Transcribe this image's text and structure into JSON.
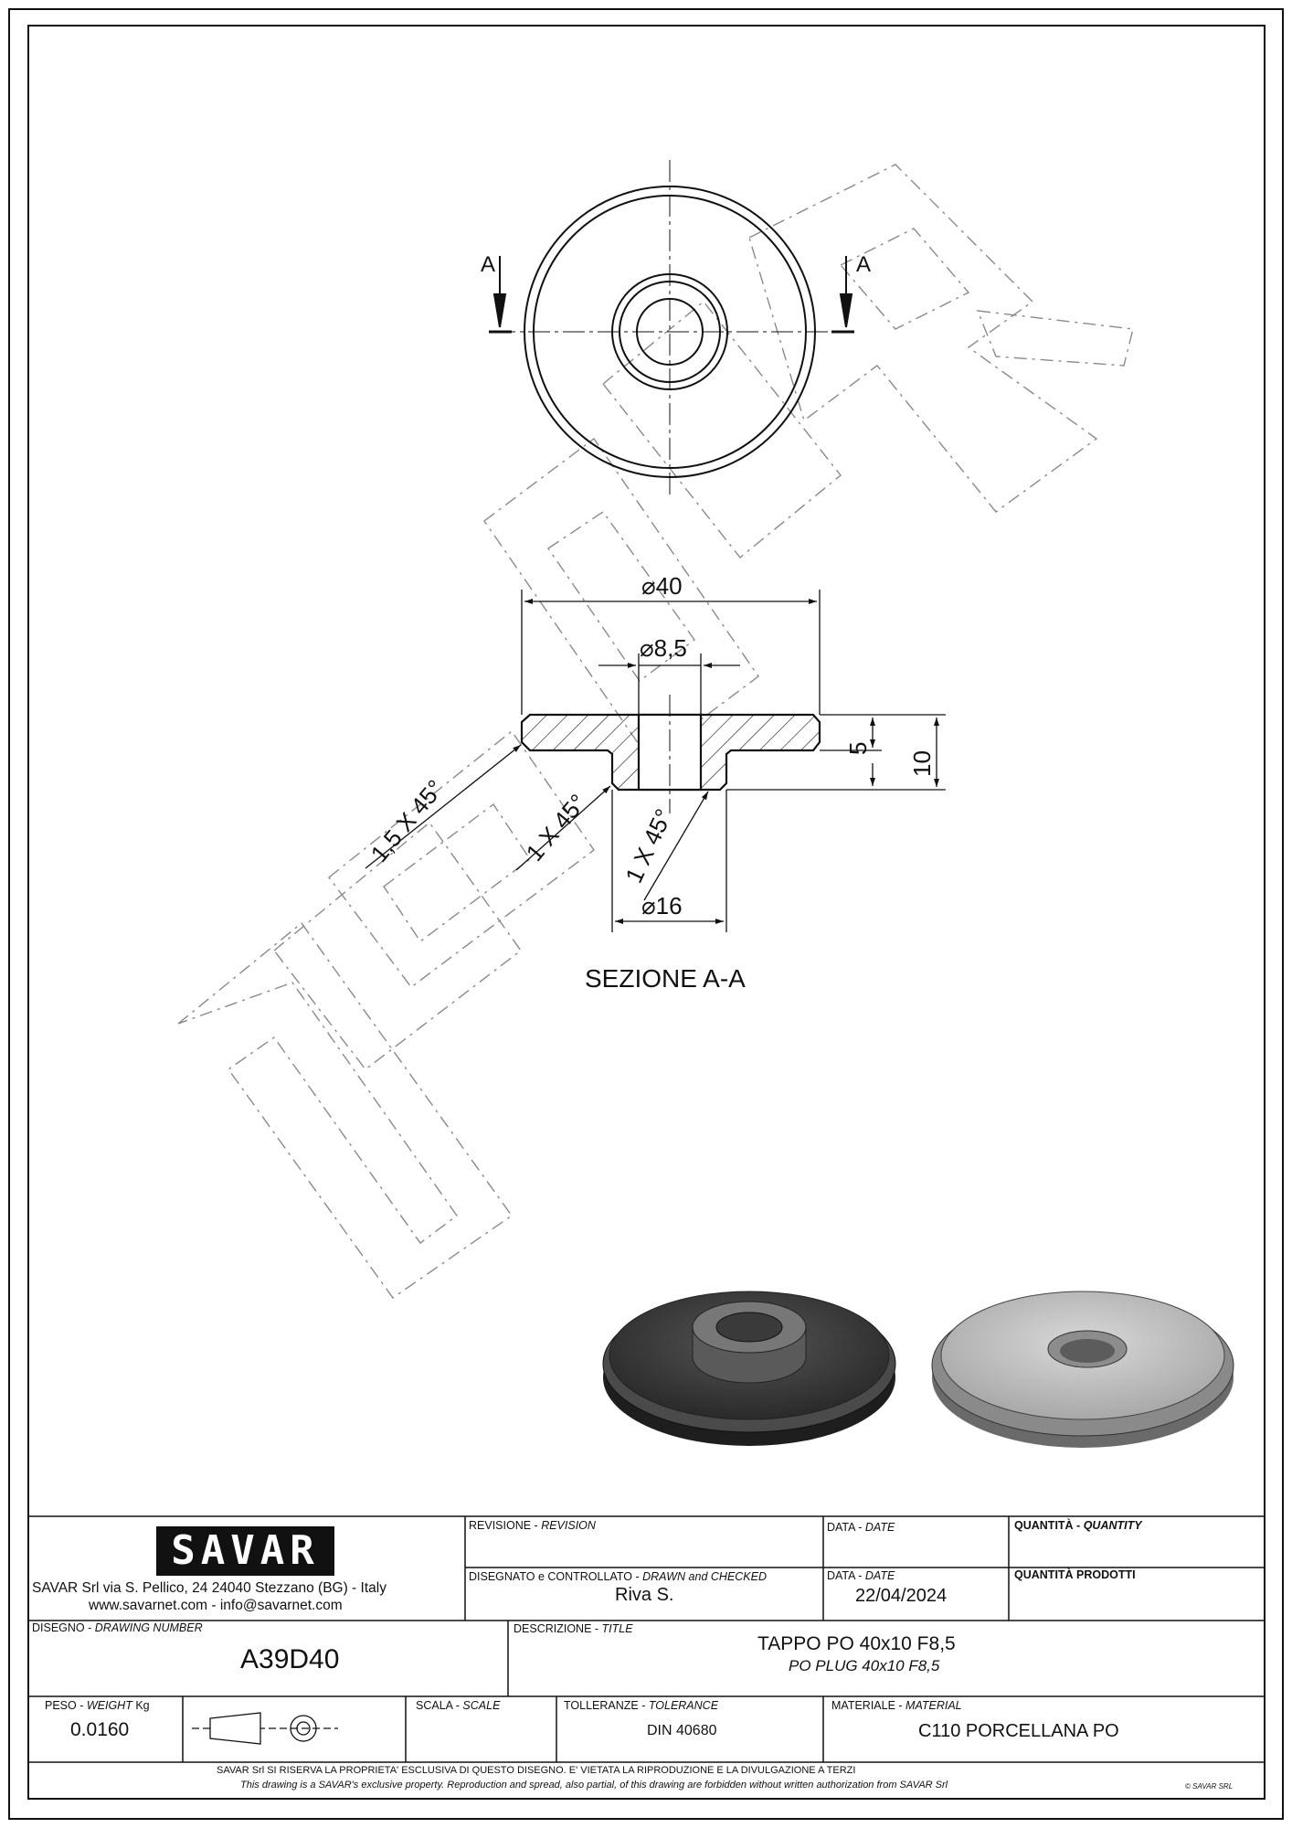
{
  "drawing": {
    "section_marker": "A",
    "section_title": "SEZIONE A-A",
    "dims": {
      "d40": "⌀40",
      "d8_5": "⌀8,5",
      "d16": "⌀16",
      "h5": "5",
      "h10": "10",
      "ch1_5": "1,5 X 45°",
      "ch1a": "1 X 45°",
      "ch1b": "1 X 45°"
    },
    "watermark": "SAVAR"
  },
  "title_block": {
    "logo": "SAVAR",
    "company_line1": "SAVAR Srl via S. Pellico, 24  24040 Stezzano (BG) - Italy",
    "company_line2": "www.savarnet.com  -  info@savarnet.com",
    "revision_label": "REVISIONE - ",
    "revision_label_en": "REVISION",
    "date_label": "DATA - ",
    "date_label_en": "DATE",
    "quantity_label": "QUANTITÀ - ",
    "quantity_label_en": "QUANTITY",
    "drawn_label": "DISEGNATO e CONTROLLATO - ",
    "drawn_label_en": "DRAWN and CHECKED",
    "drawn_by": "Riva S.",
    "date2_label": "DATA - ",
    "date2_label_en": "DATE",
    "date_value": "22/04/2024",
    "product_qty_label": "QUANTITÀ  PRODOTTI",
    "drawing_number_label": "DISEGNO - ",
    "drawing_number_label_en": "DRAWING NUMBER",
    "drawing_number": "A39D40",
    "title_label": "DESCRIZIONE - ",
    "title_label_en": "TITLE",
    "title_it": "TAPPO PO 40x10 F8,5",
    "title_en": "PO PLUG 40x10 F8,5",
    "weight_label": "PESO - ",
    "weight_label_en": "WEIGHT",
    "weight_unit": " Kg",
    "weight_value": "0.0160",
    "scale_label": "SCALA - ",
    "scale_label_en": "SCALE",
    "tolerance_label": "TOLLERANZE - ",
    "tolerance_label_en": "TOLERANCE",
    "tolerance_value": "DIN 40680",
    "material_label": "MATERIALE - ",
    "material_label_en": "MATERIAL",
    "material_value": "C110 PORCELLANA PO",
    "footer_it": "SAVAR Srl SI RISERVA LA PROPRIETA' ESCLUSIVA DI QUESTO DISEGNO. E' VIETATA LA RIPRODUZIONE E LA DIVULGAZIONE A TERZI",
    "footer_en": "This drawing is a SAVAR's exclusive property. Reproduction and spread, also partial, of this drawing are forbidden without written authorization from SAVAR Srl",
    "copyright": "© SAVAR SRL"
  },
  "colors": {
    "line": "#111111",
    "render_dark": "#3a3a3a",
    "render_light": "#b8b8b8"
  }
}
